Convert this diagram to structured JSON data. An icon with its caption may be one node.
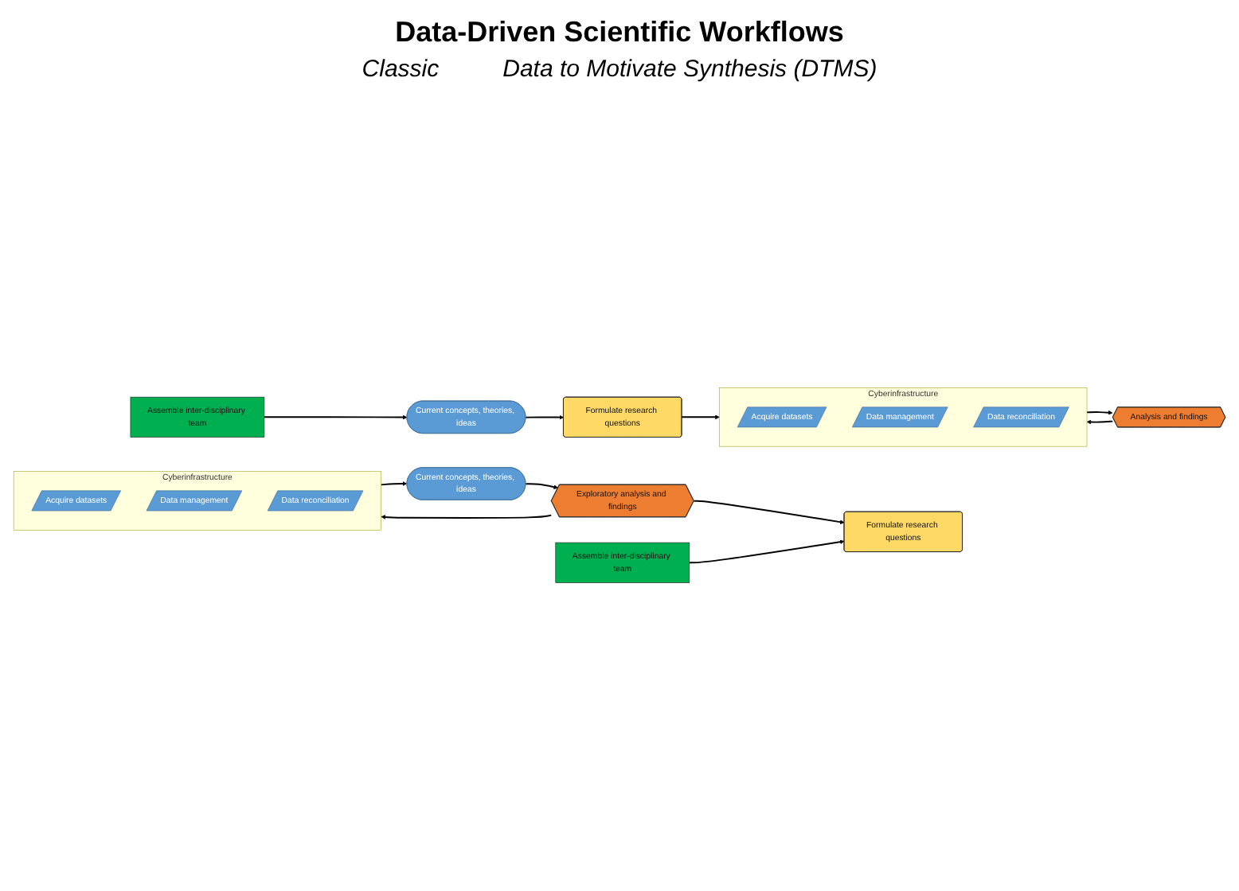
{
  "diagram": {
    "title": "Data-Driven Scientific Workflows",
    "nodes": [
      {
        "text": [
          "Assemble inter-disciplinary team"
        ]
      },
      {
        "text": [
          "Current concepts, theories, ideas"
        ]
      },
      {
        "text": [
          "Formulate research questions"
        ]
      },
      {
        "text": [
          "Cyberinfrastructure"
        ]
      },
      {
        "text": [
          "Acquire datasets"
        ],
        "in": 3
      },
      {
        "text": [
          "Data management"
        ],
        "in": 3
      },
      {
        "text": [
          "Data reconciliation"
        ],
        "in": 3
      },
      {
        "text": [
          "Analysis and findings"
        ]
      },
      {
        "text": [
          "Cyberinfrastructure"
        ]
      },
      {
        "text": [
          "Acquire datasets"
        ],
        "in": 8
      },
      {
        "text": [
          "Data management"
        ],
        "in": 8
      },
      {
        "text": [
          "Data reconciliation"
        ],
        "in": 8
      },
      {
        "text": [
          "Assemble inter-disciplinary team"
        ]
      },
      {
        "text": [
          "Current concepts, theories, ideas"
        ]
      },
      {
        "text": [
          "Exploratory analysis and findings"
        ]
      },
      {
        "text": [
          "Formulate research questions"
        ]
      }
    ],
    "edges": [
      {
        "from": 0,
        "to": 1,
        "arrow": "to"
      },
      {
        "from": 1,
        "to": 2,
        "arrow": "to"
      },
      {
        "from": 2,
        "to": 3,
        "arrow": "to"
      },
      {
        "from": 7,
        "to": 3,
        "arrow": "to"
      },
      {
        "from": 3,
        "to": 7,
        "arrow": "to"
      },
      {
        "from": 8,
        "to": 13,
        "arrow": "to"
      },
      {
        "from": 13,
        "to": 14,
        "arrow": "to"
      },
      {
        "from": 14,
        "to": 15,
        "arrow": "to"
      },
      {
        "from": 12,
        "to": 15,
        "arrow": "to"
      },
      {
        "from": 14,
        "to": 8,
        "arrow": "to"
      }
    ],
    "labels": [
      "Classic",
      "Data to Motivate Synthesis (DTMS)"
    ]
  }
}
